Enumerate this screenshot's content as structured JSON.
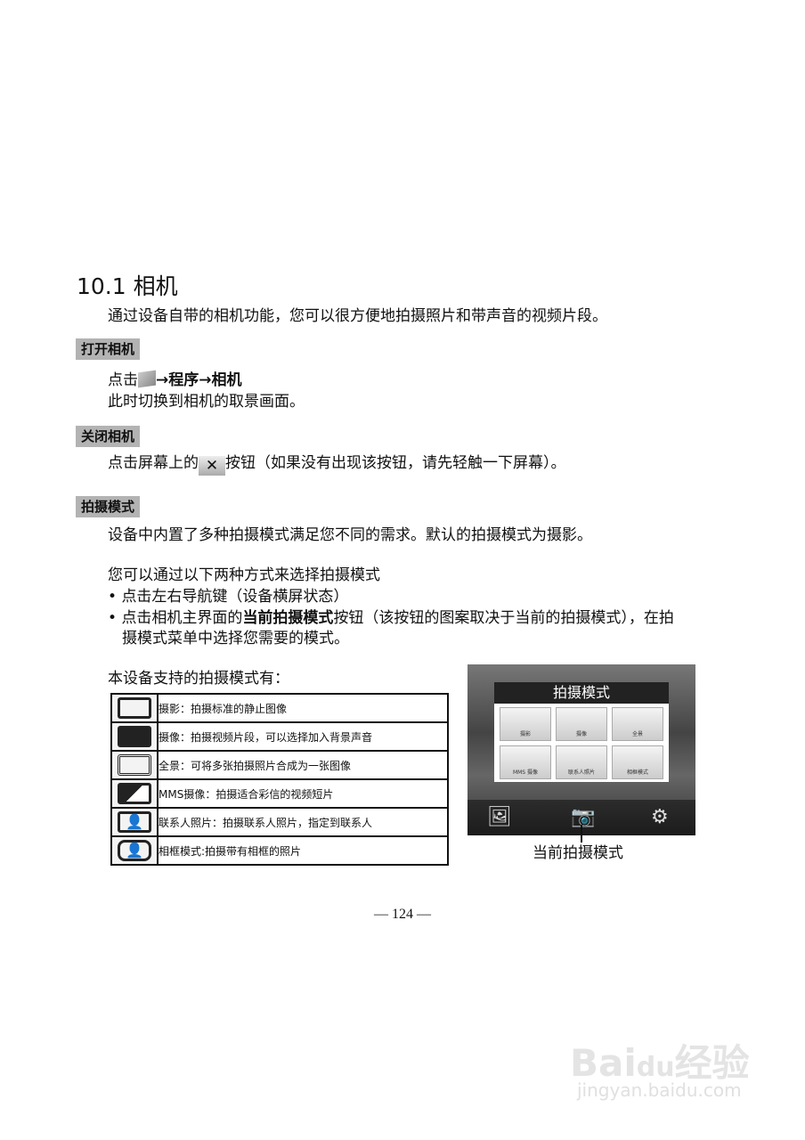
{
  "title": "10.1  相机",
  "intro": "通过设备自带的相机功能，您可以很方便地拍摄照片和带声音的视频片段。",
  "open": {
    "header": "打开相机",
    "step_prefix": "点击",
    "step_path": "→程序→相机",
    "result": "此时切换到相机的取景画面。",
    "icon": "windows-start-icon"
  },
  "close": {
    "header": "关闭相机",
    "prefix": "点击屏幕上的",
    "button": "✕",
    "suffix": "按钮（如果没有出现该按钮，请先轻触一下屏幕）。"
  },
  "modes": {
    "header": "拍摄模式",
    "desc": "设备中内置了多种拍摄模式满足您不同的需求。默认的拍摄模式为摄影。",
    "how": "您可以通过以下两种方式来选择拍摄模式",
    "bullet1": "点击左右导航键（设备横屏状态）",
    "bullet2_a": "点击相机主界面的",
    "bullet2_b": "当前拍摄模式",
    "bullet2_c": "按钮（该按钮的图案取决于当前的拍摄模式），在拍",
    "bullet2_d": "摄模式菜单中选择您需要的模式。",
    "supported": "本设备支持的拍摄模式有：",
    "table": [
      {
        "icon": "camera-icon",
        "text": "摄影：拍摄标准的静止图像"
      },
      {
        "icon": "video-camera-icon",
        "text": "摄像：拍摄视频片段，可以选择加入背景声音"
      },
      {
        "icon": "panorama-icon",
        "text": "全景：可将多张拍摄照片合成为一张图像"
      },
      {
        "icon": "mms-video-icon",
        "text": "MMS摄像：拍摄适合彩信的视频短片"
      },
      {
        "icon": "contact-photo-icon",
        "text": "联系人照片：拍摄联系人照片，指定到联系人"
      },
      {
        "icon": "frame-mode-icon",
        "text": "相框模式:拍摄带有相框的照片"
      }
    ]
  },
  "screenshot": {
    "menu_title": "拍摄模式",
    "items": [
      "摄影",
      "摄像",
      "全景",
      "MMS 摄像",
      "联系人照片",
      "相框模式"
    ],
    "caption": "当前拍摄模式"
  },
  "page_number": "— 124 —",
  "watermark": {
    "logo": "Baidu经验",
    "url": "jingyan.baidu.com"
  }
}
